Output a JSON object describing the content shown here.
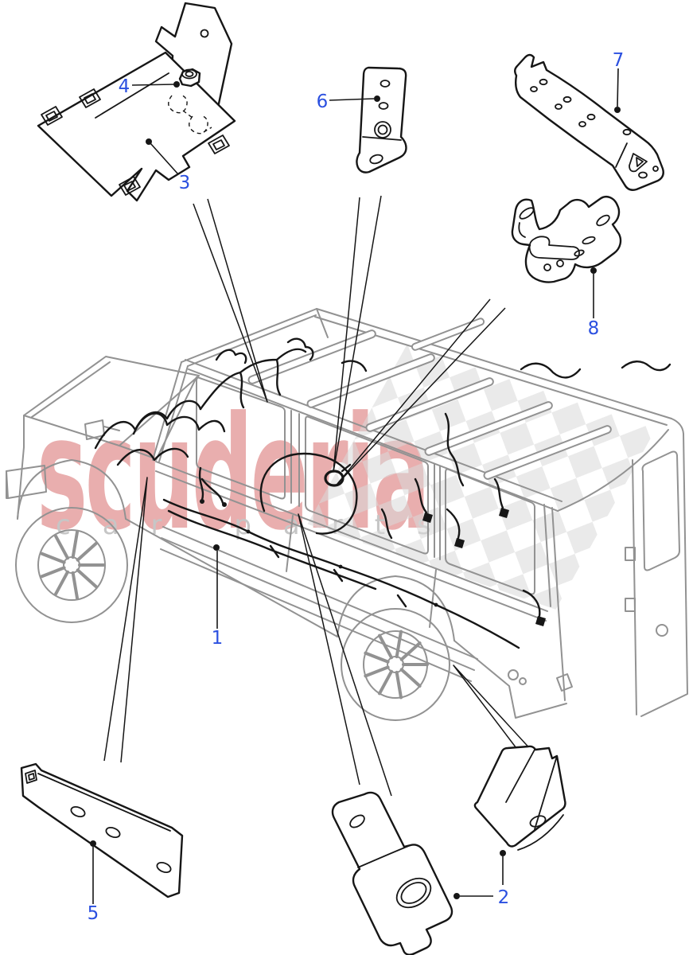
{
  "watermark": {
    "brand": "scuderia",
    "tagline": "car parts",
    "brand_color": "rgba(203,62,62,0.42)",
    "tagline_color": "#c6c6c6",
    "checker_color": "#dadada"
  },
  "diagram": {
    "type": "vehicle-parts-exploded-diagram",
    "vehicle": "Land Rover Defender 110 station wagon line art, viewed from upper front-left, with cab wiring harness highlighted in black",
    "colors": {
      "callout_blue": "#2b50e0",
      "line_black": "#161616",
      "vehicle_gray": "#929292"
    },
    "callouts": [
      {
        "label": "1"
      },
      {
        "label": "2"
      },
      {
        "label": "3"
      },
      {
        "label": "4"
      },
      {
        "label": "5"
      },
      {
        "label": "6"
      },
      {
        "label": "7"
      },
      {
        "label": "8"
      }
    ]
  }
}
